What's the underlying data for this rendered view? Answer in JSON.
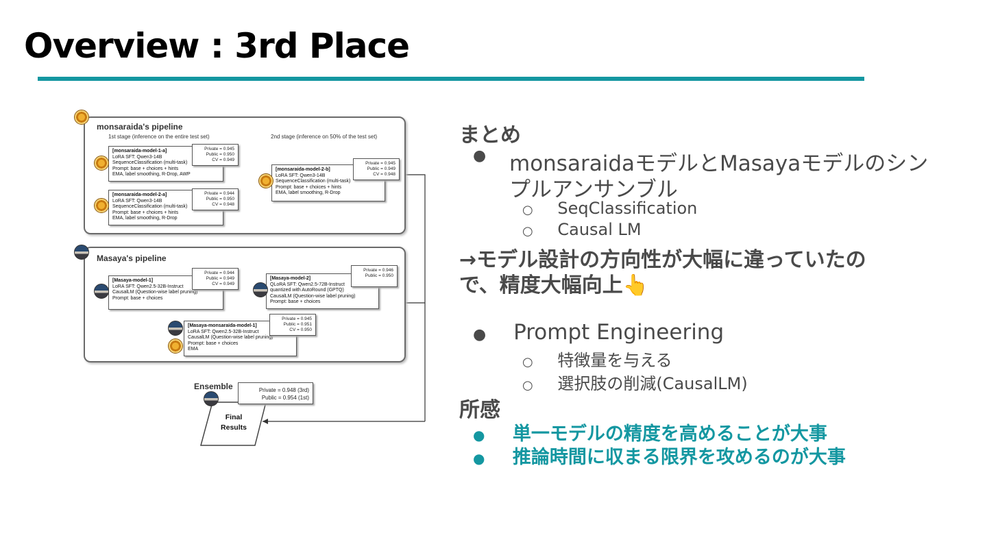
{
  "slide": {
    "title": "Overview : 3rd Place"
  },
  "diagram": {
    "monsaraida_pipeline": {
      "title": "monsaraida's pipeline",
      "stage1_label": "1st stage (inference on the entire test set)",
      "stage2_label": "2nd stage (inference on 50% of the test set)",
      "model1a": {
        "lines": [
          "[monsaraida-model-1-a]",
          "LoRA SFT: Qwen3-14B",
          "SequenceClassification (multi-task)",
          "Prompt: base + choices + hints",
          "EMA, label smoothing,  R-Drop, AWP"
        ],
        "scores": [
          "Private = 0.945",
          "Public = 0.950",
          "CV = 0.949"
        ]
      },
      "model2a": {
        "lines": [
          "[monsaraida-model-2-a]",
          "LoRA SFT: Qwen3-14B",
          "SequenceClassification (multi-task)",
          "Prompt: base + choices + hints",
          "EMA, label smoothing,  R-Drop"
        ],
        "scores": [
          "Private = 0.944",
          "Public = 0.950",
          "CV = 0.948"
        ]
      },
      "model2b": {
        "lines": [
          "[monsaraida-model-2-b]",
          "LoRA SFT: Qwen3-14B",
          "SequenceClassification (multi-task)",
          "Prompt: base + choices + hints",
          "EMA, label smoothing,  R-Drop"
        ],
        "scores": [
          "Private = 0.945",
          "Public = 0.949",
          "CV = 0.948"
        ]
      }
    },
    "masaya_pipeline": {
      "title": "Masaya's pipeline",
      "model1": {
        "lines": [
          "[Masaya-model-1]",
          "LoRA SFT: Qwen2.5-32B-Instruct",
          "CausalLM (Question-wise label pruning)",
          "Prompt: base + choices"
        ],
        "scores": [
          "Private = 0.944",
          "Public = 0.949",
          "CV = 0.949"
        ]
      },
      "model2": {
        "lines": [
          "[Masaya-model-2]",
          "QLoRA SFT: Qwen2.5-72B-Instruct",
          "quantized with AutoRound (GPTQ)",
          "CausalLM (Question-wise label pruning)",
          "Prompt: base + choices"
        ],
        "scores": [
          "Private = 0.946",
          "Public = 0.950"
        ]
      },
      "joint_model": {
        "lines": [
          "[Masaya-monsaraida-model-1]",
          "LoRA SFT: Qwen2.5-32B-Instruct",
          "CausalLM (Question-wise label pruning)",
          "Prompt: base + choices",
          "EMA"
        ],
        "scores": [
          "Private = 0.945",
          "Public = 0.951",
          "CV = 0.950"
        ]
      }
    },
    "ensemble": {
      "label": "Ensemble",
      "scores": [
        "Private = 0.948 (3rd)",
        "Public = 0.954 (1st)"
      ],
      "final_lines": [
        "Final",
        "Results"
      ]
    }
  },
  "summary": {
    "heading": "まとめ",
    "bullet1_line1": "monsaraidaモデルとMasayaモデルのシン",
    "bullet1_line2": "プルアンサンブル",
    "sub1": "SeqClassification",
    "sub2": "Causal LM",
    "emphasis_line1": "→モデル設計の方向性が大幅に違っていたの",
    "emphasis_line2": "で、精度大幅向上👆",
    "bullet2": "Prompt Engineering",
    "sub3": "特徴量を与える",
    "sub4": "選択肢の削減(CausalLM)"
  },
  "impressions": {
    "heading": "所感",
    "items": [
      "単一モデルの精度を高めることが大事",
      "推論時間に収まる限界を攻めるのが大事"
    ]
  },
  "colors": {
    "accent": "#1497a1",
    "text": "#4a4a4a"
  }
}
